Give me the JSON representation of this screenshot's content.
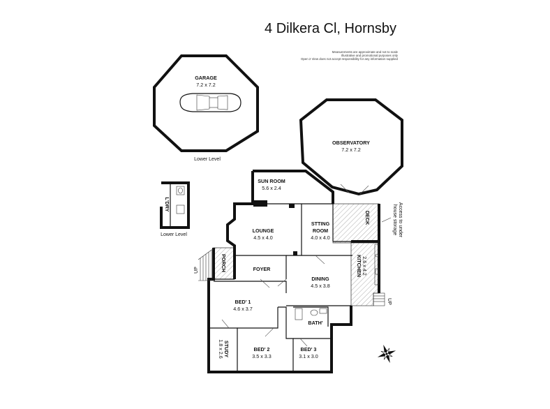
{
  "header": {
    "address": "4 Dilkera Cl, Hornsby",
    "disclaimer": [
      "Measurements are approximate and not to scale",
      "Illustrative and promotional purposes only",
      "Open 2 View does not accept responsibility for any information supplied"
    ]
  },
  "rooms": {
    "garage": {
      "name": "GARAGE",
      "dims": "7.2 x 7.2"
    },
    "observatory": {
      "name": "OBSERVATORY",
      "dims": "7.2 x 7.2"
    },
    "sun_room": {
      "name": "SUN ROOM",
      "dims": "5.6 x 2.4"
    },
    "lounge": {
      "name": "LOUNGE",
      "dims": "4.5 x 4.0"
    },
    "sitting_room": {
      "name": "STTING",
      "name2": "ROOM",
      "dims": "4.0 x 4.0"
    },
    "kitchen": {
      "name": "KITCHEN",
      "dims": "2.6 x 4.2"
    },
    "deck": {
      "name": "DECK"
    },
    "dining": {
      "name": "DINING",
      "dims": "4.5 x 3.8"
    },
    "foyer": {
      "name": "FOYER"
    },
    "porch": {
      "name": "PORCH"
    },
    "bed1": {
      "name": "BED' 1",
      "dims": "4.6 x 3.7"
    },
    "bed2": {
      "name": "BED' 2",
      "dims": "3.5 x 3.3"
    },
    "bed3": {
      "name": "BED' 3",
      "dims": "3.1 x 3.0"
    },
    "bath": {
      "name": "BATH'"
    },
    "study": {
      "name": "STUDY",
      "dims": "1.8 x 2.6"
    },
    "laundry": {
      "name": "L'DRY"
    }
  },
  "labels": {
    "garage_level": "Lower Level",
    "laundry_level": "Lower Level",
    "access_line1": "Access to under",
    "access_line2": "house storage",
    "up_porch": "UP",
    "up_kitchen": "UP"
  },
  "icons": {
    "car": "car-top-view-icon",
    "compass": "compass-rose-icon"
  }
}
